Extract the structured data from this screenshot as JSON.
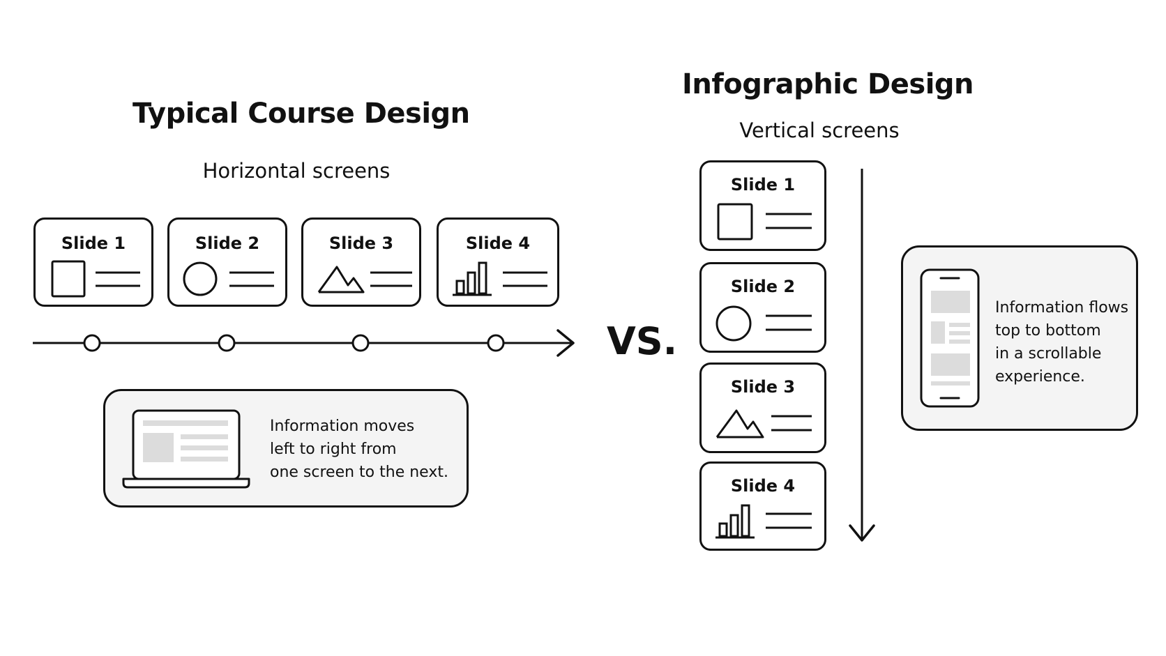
{
  "left": {
    "title": "Typical Course Design",
    "subtitle": "Horizontal screens",
    "slides": [
      {
        "label": "Slide 1",
        "icon": "square-icon"
      },
      {
        "label": "Slide 2",
        "icon": "circle-icon"
      },
      {
        "label": "Slide 3",
        "icon": "mountain-icon"
      },
      {
        "label": "Slide 4",
        "icon": "bar-chart-icon"
      }
    ],
    "info": {
      "line1": "Information moves",
      "line2": "left to right from",
      "line3": "one screen to the next.",
      "icon": "laptop-icon"
    }
  },
  "vs_label": "VS.",
  "right": {
    "title": "Infographic Design",
    "subtitle": "Vertical screens",
    "slides": [
      {
        "label": "Slide 1",
        "icon": "square-icon"
      },
      {
        "label": "Slide 2",
        "icon": "circle-icon"
      },
      {
        "label": "Slide 3",
        "icon": "mountain-icon"
      },
      {
        "label": "Slide 4",
        "icon": "bar-chart-icon"
      }
    ],
    "info": {
      "line1": "Information flows",
      "line2": "top to bottom",
      "line3": "in a scrollable",
      "line4": "experience.",
      "icon": "smartphone-icon"
    }
  },
  "colors": {
    "stroke": "#111111",
    "panel": "#f4f4f4",
    "placeholder": "#dcdcdc"
  }
}
